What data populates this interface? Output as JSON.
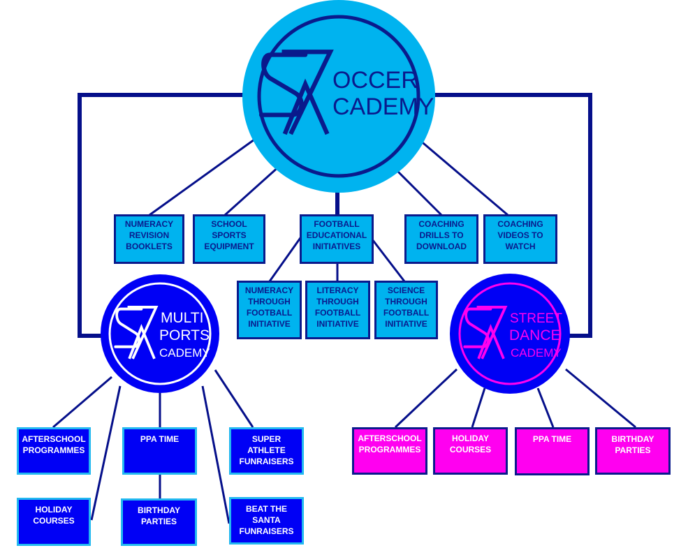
{
  "colors": {
    "line": "#050f8a",
    "soccer_fill": "#00b3ef",
    "soccer_ring": "#0a1a8c",
    "multi_fill": "#0000f5",
    "multi_ring": "#ffffff",
    "dance_fill": "#0000f5",
    "dance_ring": "#ff00f0",
    "multi_box_border": "#22b8f0",
    "dance_box_fill": "#ff00f0"
  },
  "soccer_academy": {
    "logo": {
      "big_s": "S",
      "big_7": "7",
      "big_a": "A",
      "line1": "OCCER",
      "line2": "CADEMY"
    },
    "children": [
      {
        "lines": [
          "NUMERACY",
          "REVISION",
          "BOOKLETS"
        ]
      },
      {
        "lines": [
          "SCHOOL",
          "SPORTS",
          "EQUIPMENT"
        ]
      },
      {
        "lines": [
          "FOOTBALL",
          "EDUCATIONAL",
          "INITIATIVES"
        ]
      },
      {
        "lines": [
          "COACHING",
          "DRILLS TO",
          "DOWNLOAD"
        ]
      },
      {
        "lines": [
          "COACHING",
          "VIDEOS TO",
          "WATCH"
        ]
      }
    ],
    "initiatives": [
      {
        "lines": [
          "NUMERACY",
          "THROUGH",
          "FOOTBALL",
          "INITIATIVE"
        ]
      },
      {
        "lines": [
          "LITERACY",
          "THROUGH",
          "FOOTBALL",
          "INITIATIVE"
        ]
      },
      {
        "lines": [
          "SCIENCE",
          "THROUGH",
          "FOOTBALL",
          "INITIATIVE"
        ]
      }
    ]
  },
  "multi_sports_academy": {
    "logo": {
      "big_s": "S",
      "big_7": "7",
      "big_a": "A",
      "line1": "MULTI",
      "line2": "PORTS",
      "line3": "CADEMY"
    },
    "children": [
      {
        "lines": [
          "AFTERSCHOOL",
          "PROGRAMMES"
        ]
      },
      {
        "lines": [
          "PPA TIME"
        ]
      },
      {
        "lines": [
          "SUPER",
          "ATHLETE",
          "FUNRAISERS"
        ]
      },
      {
        "lines": [
          "HOLIDAY",
          "COURSES"
        ]
      },
      {
        "lines": [
          "BIRTHDAY",
          "PARTIES"
        ]
      },
      {
        "lines": [
          "BEAT THE",
          "SANTA",
          "FUNRAISERS"
        ]
      }
    ]
  },
  "street_dance_academy": {
    "logo": {
      "big_s": "S",
      "big_7": "7",
      "big_a": "A",
      "line1": "STREET",
      "line2": "DANCE",
      "line3": "CADEMY"
    },
    "children": [
      {
        "lines": [
          "AFTERSCHOOL",
          "PROGRAMMES"
        ]
      },
      {
        "lines": [
          "HOLIDAY",
          "COURSES"
        ]
      },
      {
        "lines": [
          "PPA TIME"
        ]
      },
      {
        "lines": [
          "BIRTHDAY",
          "PARTIES"
        ]
      }
    ]
  }
}
